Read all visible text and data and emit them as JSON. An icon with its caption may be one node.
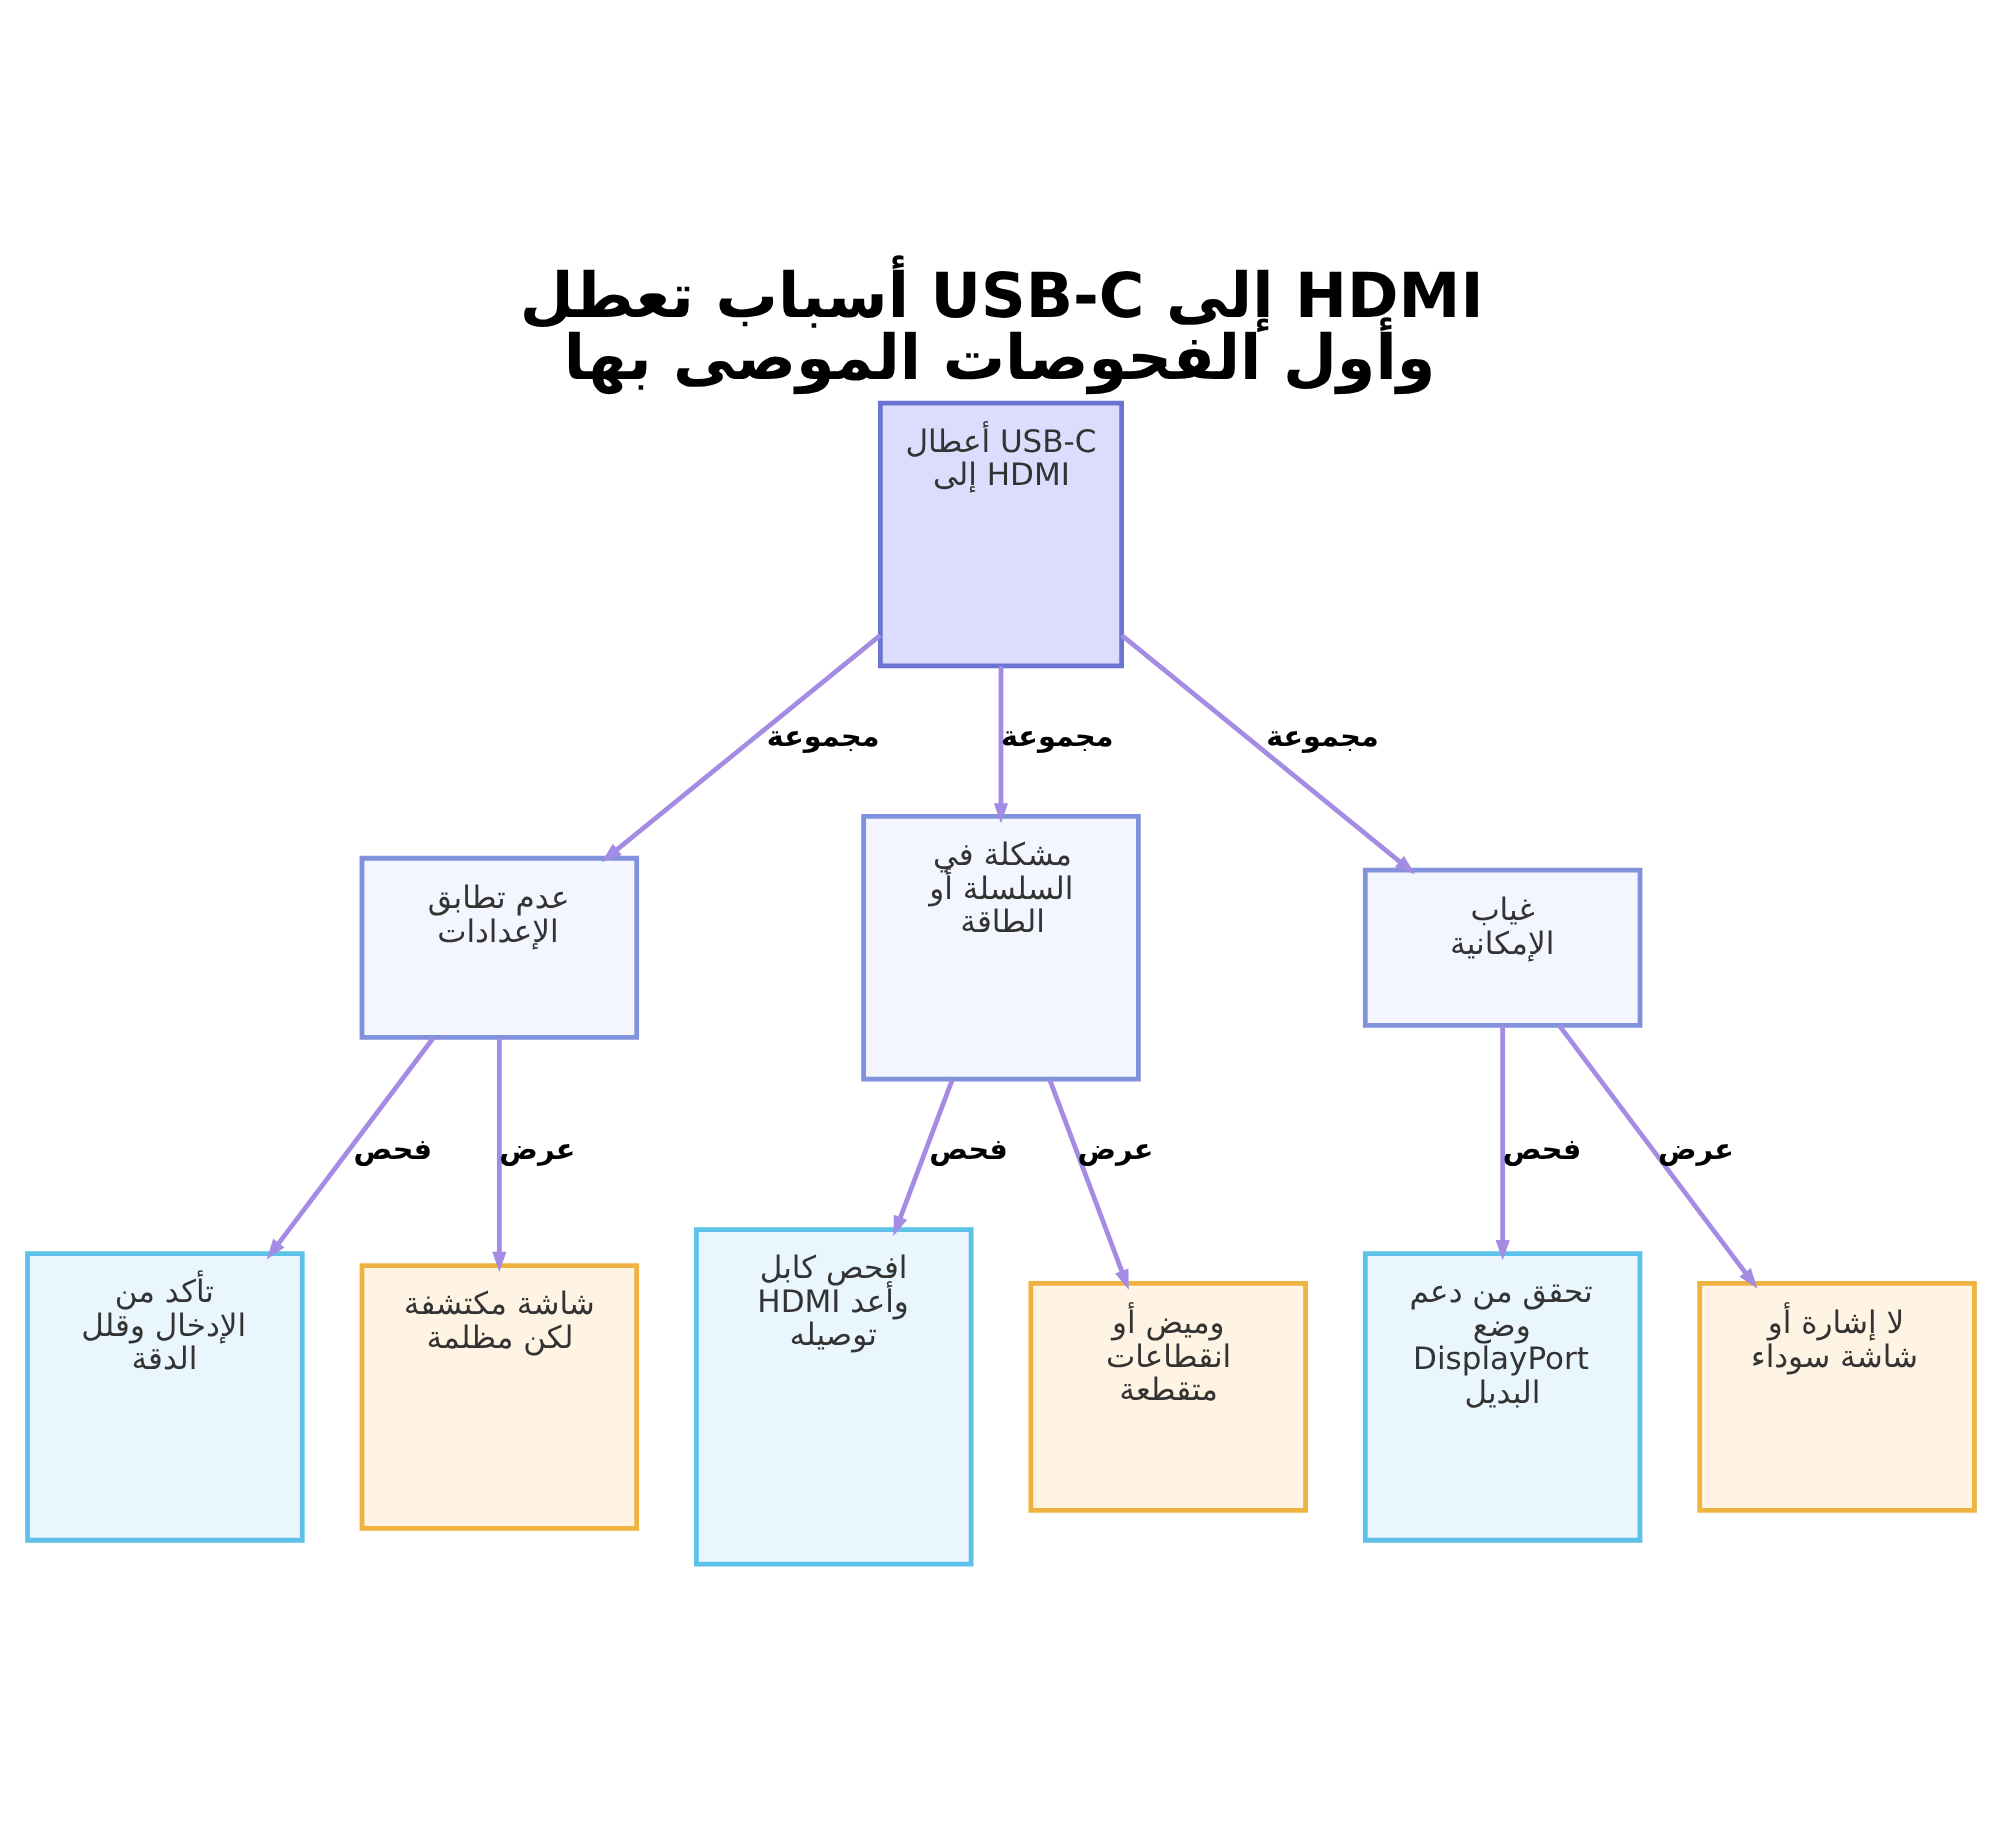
{
  "diagram": {
    "title": "أسباب تعطل USB-C إلى HDMI وأول الفحوصات الموصى بها",
    "nodes": [
      {
        "text": [
          "أعطال USB-C إلى HDMI"
        ]
      },
      {
        "text": [
          "عدم تطابق الإعدادات"
        ]
      },
      {
        "text": [
          "مشكلة في السلسلة أو الطاقة"
        ]
      },
      {
        "text": [
          "غياب الإمكانية"
        ]
      },
      {
        "text": [
          "تأكد من الإدخال وقلل الدقة"
        ]
      },
      {
        "text": [
          "شاشة مكتشفة لكن مظلمة"
        ]
      },
      {
        "text": [
          "افحص كابل HDMI وأعد توصيله"
        ]
      },
      {
        "text": [
          "وميض أو انقطاعات متقطعة"
        ]
      },
      {
        "text": [
          "تحقق من دعم وضع DisplayPort البديل"
        ]
      },
      {
        "text": [
          "لا إشارة أو شاشة سوداء"
        ]
      }
    ],
    "edges": [
      {
        "from": 0,
        "to": 1,
        "arrow": "to",
        "label": "مجموعة"
      },
      {
        "from": 0,
        "to": 2,
        "arrow": "to",
        "label": "مجموعة"
      },
      {
        "from": 0,
        "to": 3,
        "arrow": "to",
        "label": "مجموعة"
      },
      {
        "from": 1,
        "to": 4,
        "arrow": "to",
        "label": "فحص"
      },
      {
        "from": 1,
        "to": 5,
        "arrow": "to",
        "label": "عرض"
      },
      {
        "from": 2,
        "to": 6,
        "arrow": "to",
        "label": "فحص"
      },
      {
        "from": 2,
        "to": 7,
        "arrow": "to",
        "label": "عرض"
      },
      {
        "from": 3,
        "to": 8,
        "arrow": "to",
        "label": "فحص"
      },
      {
        "from": 3,
        "to": 9,
        "arrow": "to",
        "label": "عرض"
      }
    ]
  }
}
